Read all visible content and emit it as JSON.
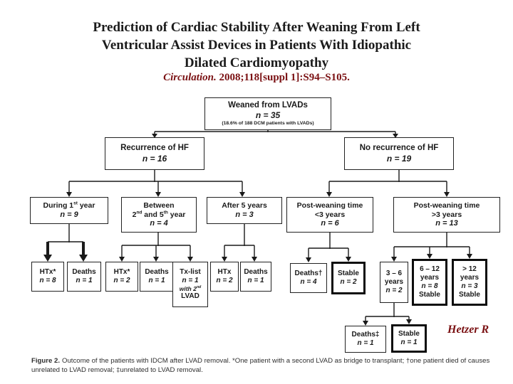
{
  "title": {
    "lines": [
      "Prediction of Cardiac Stability After Weaning From Left",
      "Ventricular Assist Devices in Patients With Idiopathic",
      "Dilated Cardiomyopathy"
    ]
  },
  "citation": {
    "journal": "Circulation.",
    "rest": " 2008;118[suppl 1]:S94–S105."
  },
  "author": "Hetzer R",
  "caption": {
    "label": "Figure 2.",
    "text": "Outcome of the patients with IDCM after LVAD removal. *One patient with a second LVAD as bridge to transplant; †one patient died of causes unrelated to LVAD removal; ‡unrelated to LVAD removal."
  },
  "colors": {
    "accent_maroon": "#7a1012",
    "text": "#1a1a1a",
    "box_border": "#222222"
  },
  "flowchart": {
    "root": {
      "label": "Weaned from LVADs",
      "n": "n = 35",
      "note": "(18.6% of 188 DCM patients with LVADs)"
    },
    "recurrence": {
      "label": "Recurrence of HF",
      "n": "n = 16"
    },
    "no_recurrence": {
      "label": "No recurrence of HF",
      "n": "n = 19"
    },
    "during_1st_year": {
      "pre": "During 1",
      "sup": "st",
      "post": " year",
      "n": "n = 9"
    },
    "between_2nd_5th": {
      "line1": "Between",
      "p1": "2",
      "s1": "nd",
      "p2": " and 5",
      "s2": "th",
      "p3": " year",
      "n": "n = 4"
    },
    "after_5_years": {
      "label": "After 5 years",
      "n": "n = 3"
    },
    "post_lt3": {
      "line1": "Post-weaning time",
      "line2": "<3 years",
      "n": "n = 6"
    },
    "post_gt3": {
      "line1": "Post-weaning time",
      "line2": ">3 years",
      "n": "n = 13"
    },
    "htx_8": {
      "label": "HTx*",
      "n": "n = 8"
    },
    "deaths_1a": {
      "label": "Deaths",
      "n": "n = 1"
    },
    "htx_2": {
      "label": "HTx*",
      "n": "n = 2"
    },
    "deaths_1b": {
      "label": "Deaths",
      "n": "n = 1"
    },
    "tx_list": {
      "label": "Tx-list",
      "n": "n = 1",
      "with_pre": "with 2",
      "with_sup": "nd",
      "line4": "LVAD"
    },
    "htx_2b": {
      "label": "HTx",
      "n": "n = 2"
    },
    "deaths_1c": {
      "label": "Deaths",
      "n": "n = 1"
    },
    "deaths_dagger": {
      "label": "Deaths†",
      "n": "n = 4"
    },
    "stable_2": {
      "label": "Stable",
      "n": "n = 2"
    },
    "years_3_6": {
      "line1": "3 – 6",
      "line2": "years",
      "n": "n = 2"
    },
    "years_6_12": {
      "line1": "6 – 12",
      "line2": "years",
      "n": "n = 8",
      "line4": "Stable"
    },
    "years_gt12": {
      "line1": "> 12",
      "line2": "years",
      "n": "n = 3",
      "line4": "Stable"
    },
    "deaths_ddagger": {
      "label": "Deaths‡",
      "n": "n = 1"
    },
    "stable_1": {
      "label": "Stable",
      "n": "n = 1"
    }
  }
}
